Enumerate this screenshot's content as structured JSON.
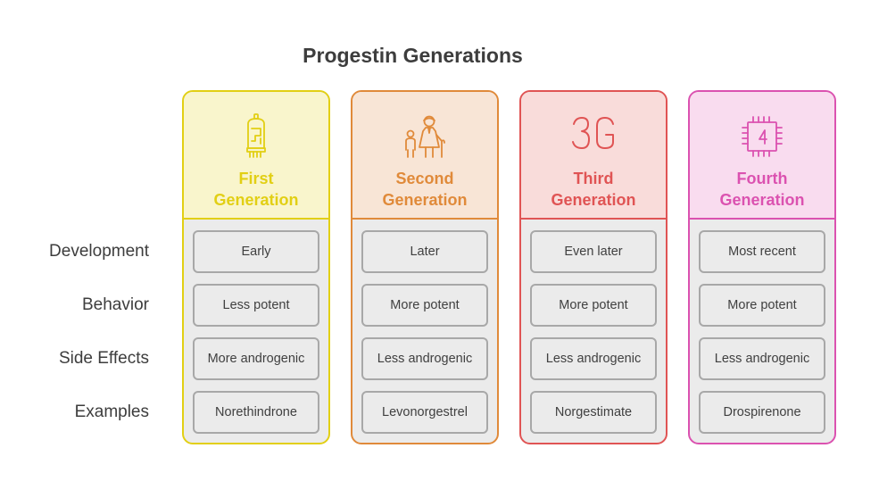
{
  "title": "Progestin Generations",
  "row_labels": [
    "Development",
    "Behavior",
    "Side Effects",
    "Examples"
  ],
  "columns": [
    {
      "name": "First Generation",
      "title_lines": [
        "First",
        "Generation"
      ],
      "icon": "vacuum-tube-icon",
      "header_bg": "#f9f5cc",
      "accent": "#e2cf14",
      "values": [
        "Early",
        "Less potent",
        "More androgenic",
        "Norethindrone"
      ]
    },
    {
      "name": "Second Generation",
      "title_lines": [
        "Second",
        "Generation"
      ],
      "icon": "child-and-elder-icon",
      "header_bg": "#f8e5d6",
      "accent": "#e08a3a",
      "values": [
        "Later",
        "More potent",
        "Less androgenic",
        "Levonorgestrel"
      ]
    },
    {
      "name": "Third Generation",
      "title_lines": [
        "Third",
        "Generation"
      ],
      "icon": "3g-icon",
      "header_bg": "#f9dcda",
      "accent": "#e05454",
      "values": [
        "Even later",
        "More potent",
        "Less androgenic",
        "Norgestimate"
      ]
    },
    {
      "name": "Fourth Generation",
      "title_lines": [
        "Fourth",
        "Generation"
      ],
      "icon": "microchip-icon",
      "header_bg": "#f9dcef",
      "accent": "#db52b0",
      "values": [
        "Most recent",
        "More potent",
        "Less androgenic",
        "Drospirenone"
      ]
    }
  ]
}
